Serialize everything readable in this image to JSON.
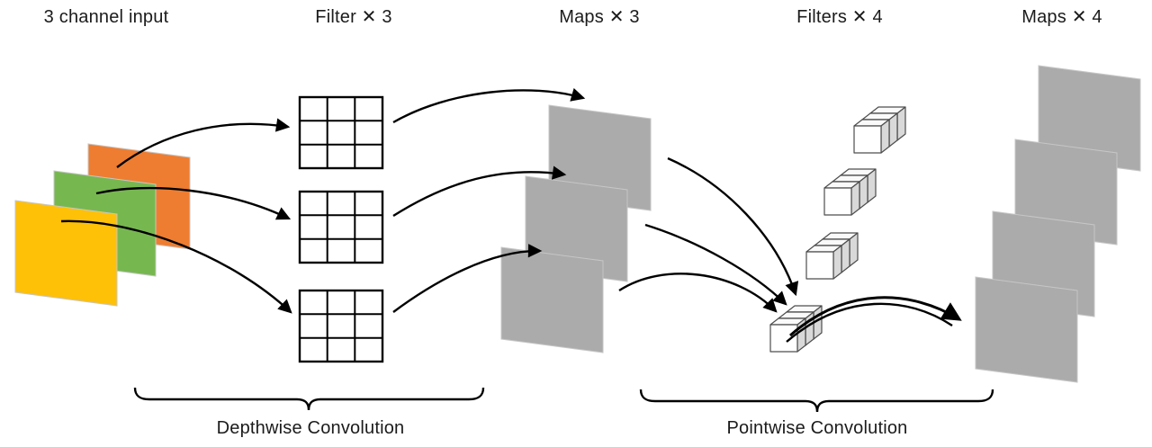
{
  "labels": {
    "input": "3 channel input",
    "depthwise_filters": "Filter ✕ 3",
    "depthwise_maps": "Maps ✕ 3",
    "pointwise_filters": "Filters ✕ 4",
    "output_maps": "Maps ✕ 4",
    "depthwise_stage": "Depthwise Convolution",
    "pointwise_stage": "Pointwise Convolution"
  },
  "counts": {
    "input_channels": 3,
    "depthwise_filters": 3,
    "depthwise_maps": 3,
    "pointwise_filters": 4,
    "output_maps": 4
  },
  "colors": {
    "channel_orange": "#EE7D31",
    "channel_green": "#77B750",
    "channel_yellow": "#FFC008",
    "map_gray": "#ABABAB",
    "arrow": "#000000",
    "grid_line": "#000000",
    "grid_fill": "#FFFFFF",
    "sheet_edge": "#C6C6C6",
    "cube_front": "#FFFFFF",
    "cube_top": "#FAFAFA",
    "cube_side": "#D9D9D9",
    "cube_edge": "#4D4D4D",
    "text": "#1B1B1B"
  }
}
